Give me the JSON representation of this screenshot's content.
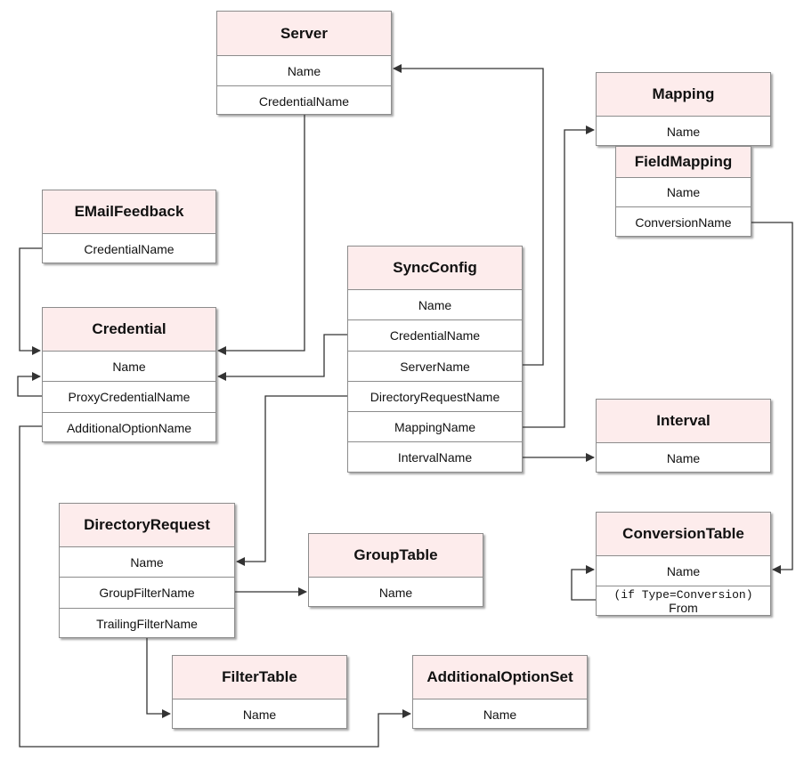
{
  "colors": {
    "header_fill": "#fdecec",
    "border": "#8c8c8c",
    "connector": "#333333"
  },
  "tables": {
    "server": {
      "title": "Server",
      "fields": [
        "Name",
        "CredentialName"
      ]
    },
    "mapping": {
      "title": "Mapping",
      "fields": [
        "Name"
      ]
    },
    "field_mapping": {
      "title": "FieldMapping",
      "fields": [
        "Name",
        "ConversionName"
      ]
    },
    "email_feedback": {
      "title": "EMailFeedback",
      "fields": [
        "CredentialName"
      ]
    },
    "sync_config": {
      "title": "SyncConfig",
      "fields": [
        "Name",
        "CredentialName",
        "ServerName",
        "DirectoryRequestName",
        "MappingName",
        "IntervalName"
      ]
    },
    "credential": {
      "title": "Credential",
      "fields": [
        "Name",
        "ProxyCredentialName",
        "AdditionalOptionName"
      ]
    },
    "interval": {
      "title": "Interval",
      "fields": [
        "Name"
      ]
    },
    "directory_request": {
      "title": "DirectoryRequest",
      "fields": [
        "Name",
        "GroupFilterName",
        "TrailingFilterName"
      ]
    },
    "group_table": {
      "title": "GroupTable",
      "fields": [
        "Name"
      ]
    },
    "conversion_table": {
      "title": "ConversionTable",
      "fields": [
        "Name"
      ],
      "from_note": "(if Type=Conversion)",
      "from_label": "From"
    },
    "filter_table": {
      "title": "FilterTable",
      "fields": [
        "Name"
      ]
    },
    "additional_option_set": {
      "title": "AdditionalOptionSet",
      "fields": [
        "Name"
      ]
    }
  }
}
